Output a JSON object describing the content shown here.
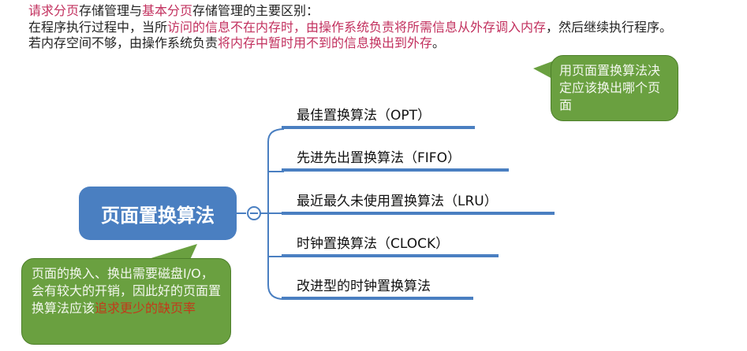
{
  "intro": {
    "l1": [
      "请求分页",
      "存储管理与",
      "基本分页",
      "存储管理的主要区别："
    ],
    "l2": [
      "在程序执行过程中，当所",
      "访问的信息不在内存时，由操作系统负责将所需信息从外存调入内存",
      "，然后继续执行程序。"
    ],
    "l3": [
      "若内存空间不够，由操作系统负责",
      "将内存中暂时用不到的信息换出到外存",
      "。"
    ]
  },
  "central": "页面置换算法",
  "branches": [
    "最佳置换算法（OPT）",
    "先进先出置换算法（FIFO）",
    "最近最久未使用置换算法（LRU）",
    "时钟置换算法（CLOCK）",
    "改进型的时钟置换算法"
  ],
  "callout_right": "用页面置换算法决定应该换出哪个页面",
  "callout_left": {
    "text": "页面的换入、换出需要磁盘I/O，会有较大的开销，因此好的页面置换算法应该",
    "highlight": "追求更少的缺页率"
  },
  "colors": {
    "accent": "#4a7fc1",
    "red": "#c2305e",
    "green": "#6aa040"
  }
}
